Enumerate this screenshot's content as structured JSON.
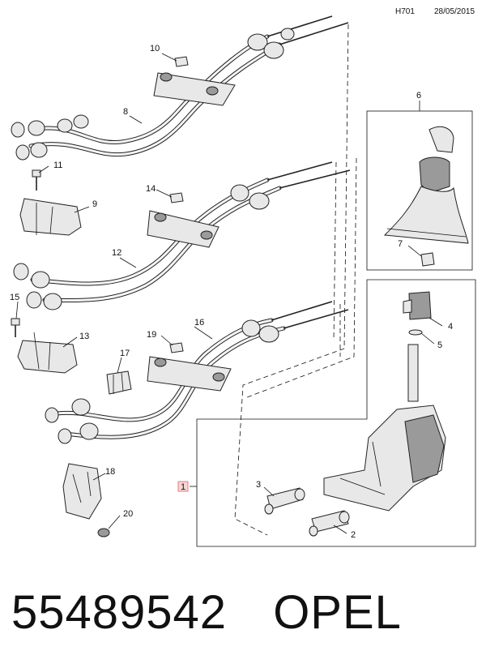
{
  "header": {
    "diagram_code": "H701",
    "date": "28/05/2015"
  },
  "callouts": {
    "c1": "1",
    "c2": "2",
    "c3": "3",
    "c4": "4",
    "c5": "5",
    "c6": "6",
    "c7": "7",
    "c8": "8",
    "c9": "9",
    "c10": "10",
    "c11": "11",
    "c12": "12",
    "c13": "13",
    "c14": "14",
    "c15": "15",
    "c16": "16",
    "c17": "17",
    "c18": "18",
    "c19": "19",
    "c20": "20"
  },
  "footer": {
    "part_number": "55489542",
    "brand": "OPEL"
  }
}
